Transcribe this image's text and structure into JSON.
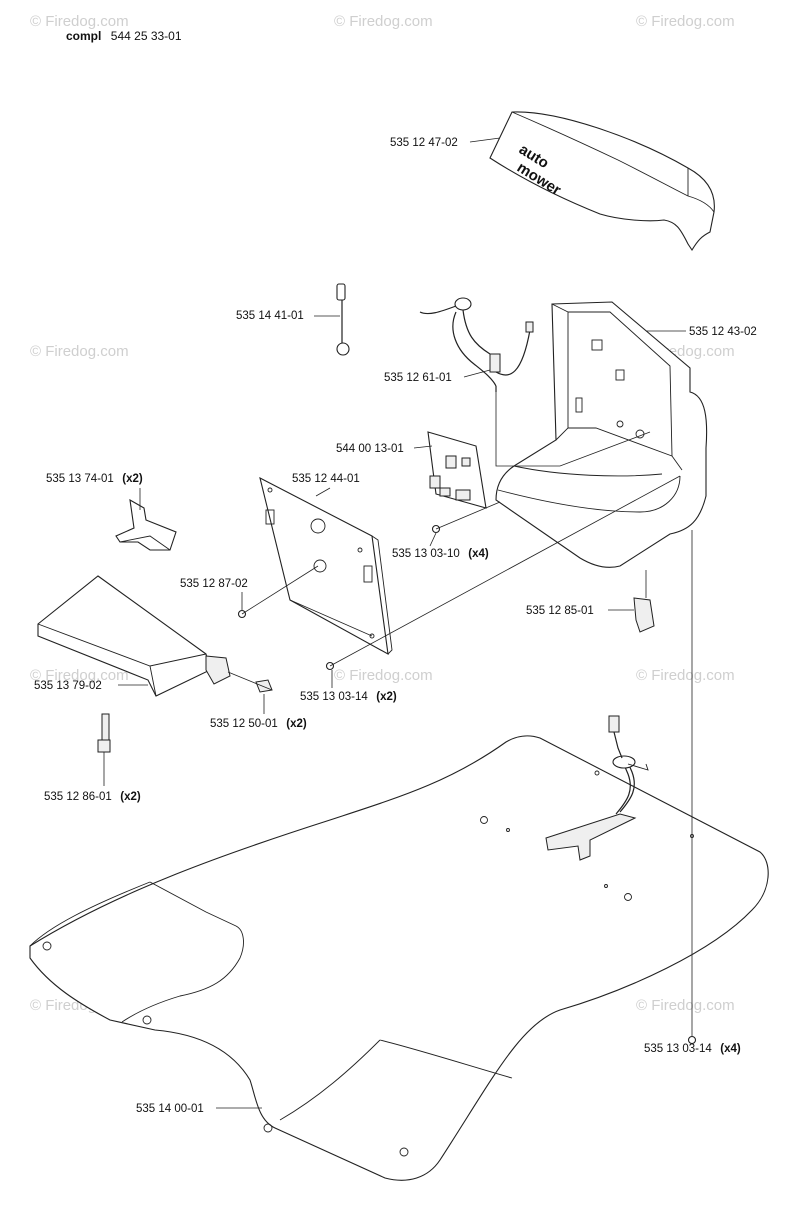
{
  "header": {
    "prefix": "compl",
    "number": "544 25 33-01"
  },
  "watermark": "© Firedog.com",
  "parts": [
    {
      "id": "cover",
      "number": "535 12 47-02",
      "qty": ""
    },
    {
      "id": "sticker",
      "number": "535 14 41-01",
      "qty": ""
    },
    {
      "id": "housing",
      "number": "535 12 43-02",
      "qty": ""
    },
    {
      "id": "cable",
      "number": "535 12 61-01",
      "qty": ""
    },
    {
      "id": "pcb",
      "number": "544 00 13-01",
      "qty": ""
    },
    {
      "id": "clip",
      "number": "535 13 74-01",
      "qty": "(x2)"
    },
    {
      "id": "plate",
      "number": "535 12 44-01",
      "qty": ""
    },
    {
      "id": "screw-pcb",
      "number": "535 13 03-10",
      "qty": "(x4)"
    },
    {
      "id": "screw-plate",
      "number": "535 12 87-02",
      "qty": ""
    },
    {
      "id": "connector",
      "number": "535 12 85-01",
      "qty": ""
    },
    {
      "id": "tray",
      "number": "535 13 79-02",
      "qty": ""
    },
    {
      "id": "screw-small",
      "number": "535 13 03-14",
      "qty": "(x2)"
    },
    {
      "id": "pin",
      "number": "535 12 50-01",
      "qty": "(x2)"
    },
    {
      "id": "strip",
      "number": "535 12 86-01",
      "qty": "(x2)"
    },
    {
      "id": "screw-base",
      "number": "535 13 03-14",
      "qty": "(x4)"
    },
    {
      "id": "baseplate",
      "number": "535 14 00-01",
      "qty": ""
    }
  ],
  "cover_logo": [
    "auto",
    "mower"
  ]
}
